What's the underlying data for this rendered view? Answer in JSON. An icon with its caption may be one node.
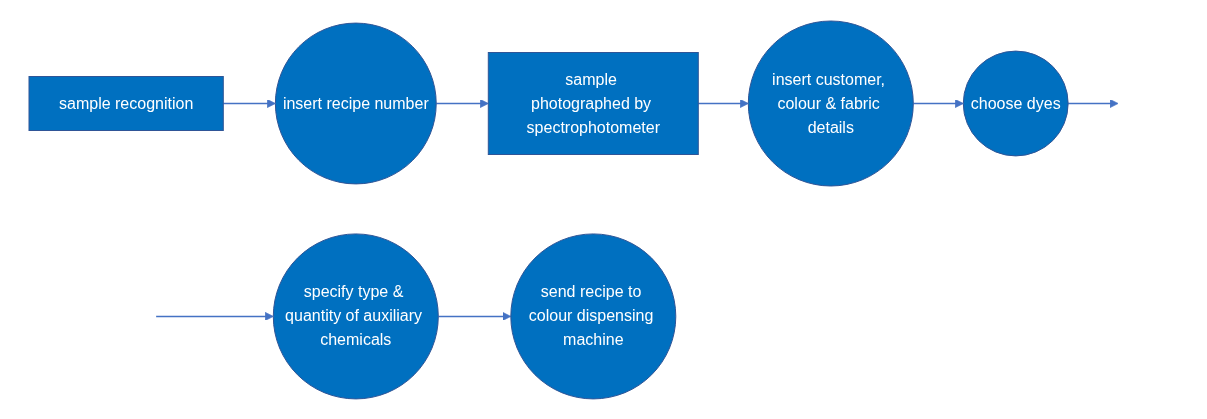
{
  "diagram": {
    "nodes": [
      {
        "text": [
          "sample recognition"
        ]
      },
      {
        "text": [
          "insert recipe number"
        ]
      },
      {
        "text": [
          "sample photographed by spectrophotometer"
        ]
      },
      {
        "text": [
          "insert customer, colour & fabric details"
        ]
      },
      {
        "text": [
          "choose dyes"
        ]
      },
      {
        "text": [
          "specify type & quantity of auxiliary chemicals"
        ]
      },
      {
        "text": [
          "send recipe to colour dispensing machine"
        ]
      }
    ],
    "edges": [
      {
        "from": 0,
        "to": 1,
        "arrow": "to"
      },
      {
        "from": 1,
        "to": 2,
        "arrow": "to"
      },
      {
        "from": 2,
        "to": 3,
        "arrow": "to"
      },
      {
        "from": 3,
        "to": 4,
        "arrow": "to"
      },
      {
        "from": 4,
        "to": null,
        "arrow": "to"
      },
      {
        "from": null,
        "to": 5,
        "arrow": "to"
      },
      {
        "from": 5,
        "to": 6,
        "arrow": "to"
      }
    ]
  }
}
